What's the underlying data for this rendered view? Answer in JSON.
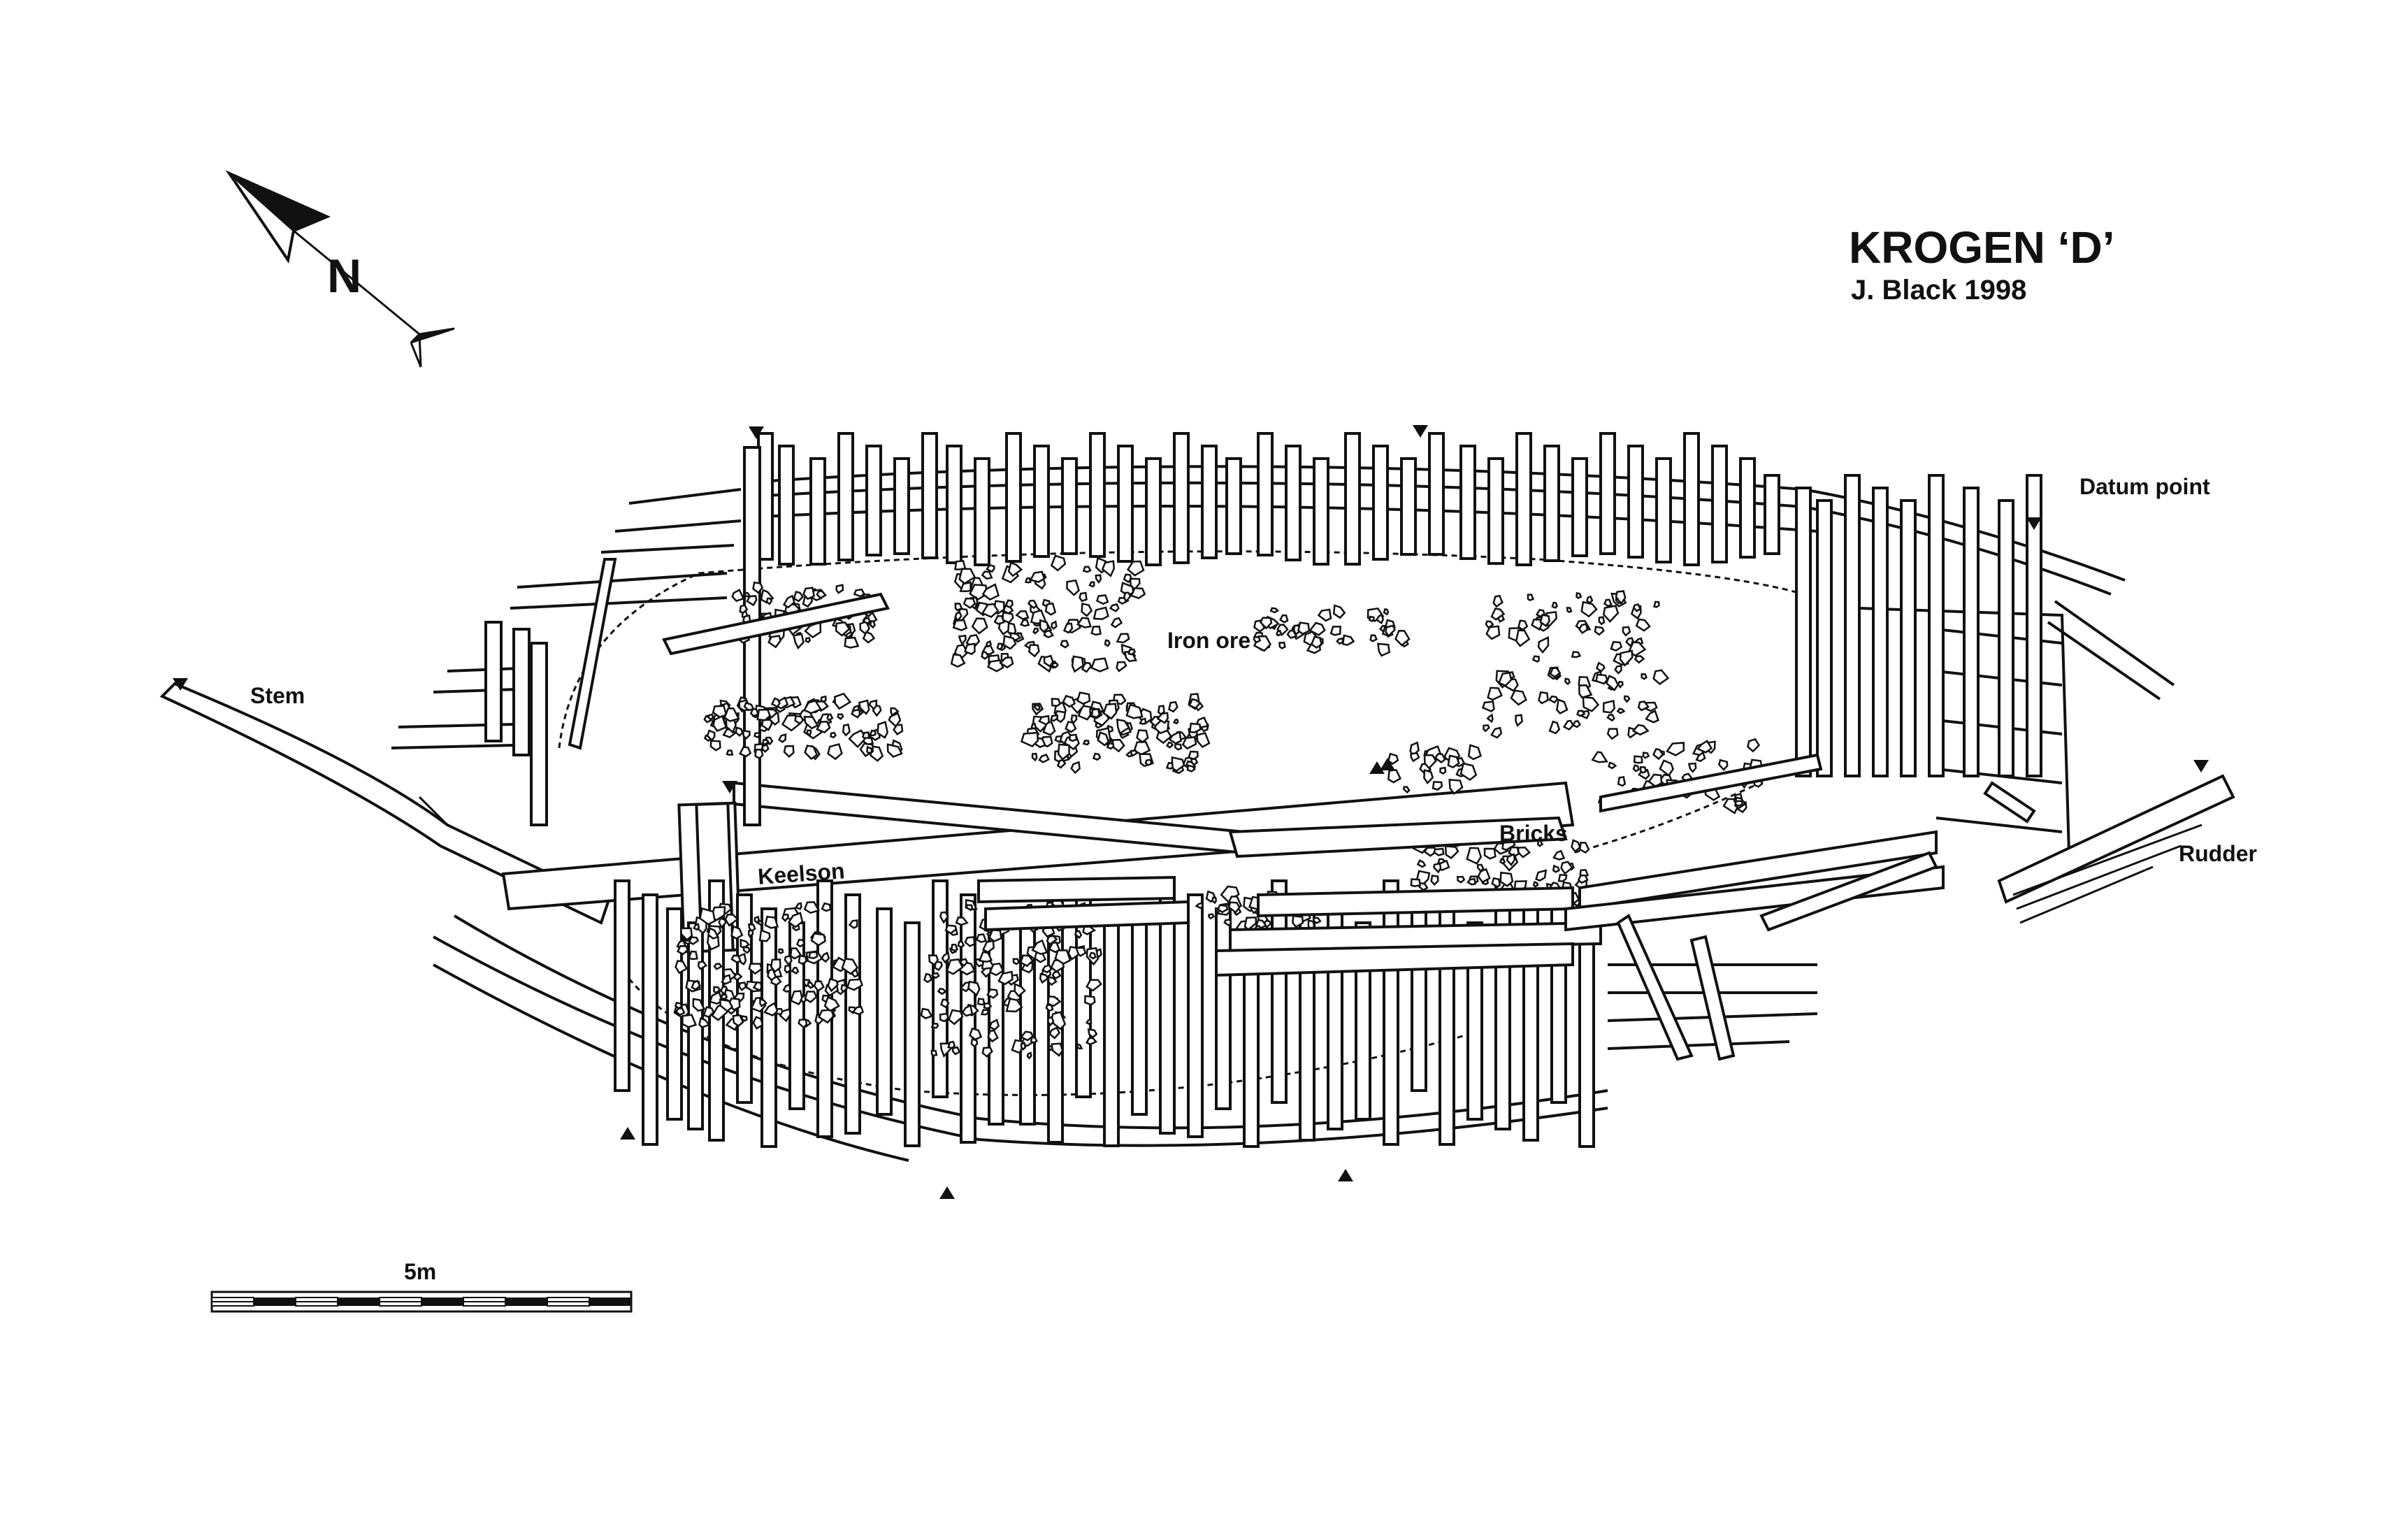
{
  "title": "KROGEN ‘D’",
  "author": "J. Black 1998",
  "north_label": "N",
  "labels": {
    "datum_point": "Datum point",
    "stem": "Stem",
    "iron_ore": "Iron ore",
    "bricks": "Bricks",
    "keelson": "Keelson",
    "rudder": "Rudder"
  },
  "scale_bar": {
    "label": "5m",
    "segments": 10
  },
  "icons": {
    "north_arrow": "north-arrow-icon",
    "datum_marker": "datum-marker-icon"
  },
  "colors": {
    "ink": "#111111",
    "paper": "#ffffff"
  }
}
